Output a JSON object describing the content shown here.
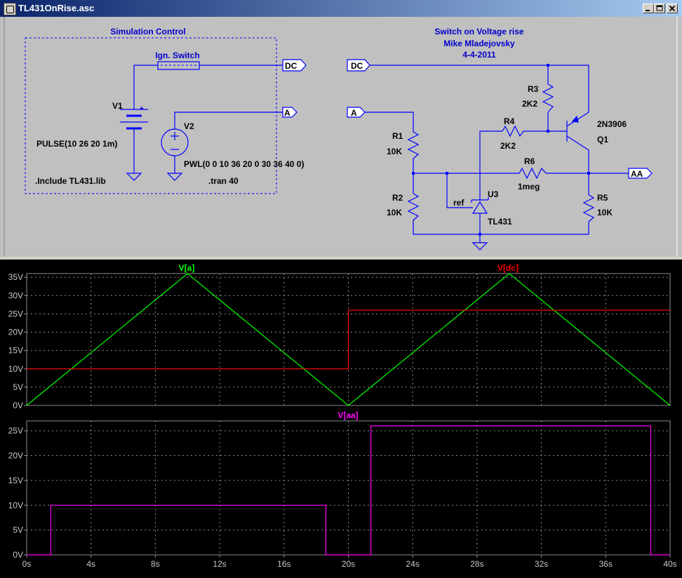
{
  "window": {
    "title": "TL431OnRise.asc",
    "minimize_label": "_",
    "maximize_label": "□",
    "close_label": "x"
  },
  "schematic": {
    "sim_box_title": "Simulation Control",
    "ign_switch": "Ign. Switch",
    "v1": "V1",
    "v1_plus": "+",
    "v1_source": "PULSE(10 26 20 1m)",
    "v2": "V2",
    "v2_source": "PWL(0 0 10 36 20 0 30 36 40 0)",
    "include": ".Include TL431.lib",
    "tran": ".tran 40",
    "port_dc": "DC",
    "port_a": "A",
    "port_aa": "AA",
    "header_title": "Switch on Voltage rise",
    "header_author": "Mike Mladejovsky",
    "header_date": "4-4-2011",
    "r1": "R1",
    "r1_val": "10K",
    "r2": "R2",
    "r2_val": "10K",
    "r3": "R3",
    "r3_val": "2K2",
    "r4": "R4",
    "r4_val": "2K2",
    "r5": "R5",
    "r5_val": "10K",
    "r6": "R6",
    "r6_val": "1meg",
    "q1": "Q1",
    "q1_part": "2N3906",
    "u3": "U3",
    "u3_part": "TL431",
    "ref": "ref"
  },
  "colors": {
    "wire": "#0000ff",
    "label": "#0000cc",
    "va": "#00ff00",
    "vdc": "#ff0000",
    "vaa": "#ff00ff",
    "grid": "#8c8c8c"
  },
  "chart_data": [
    {
      "type": "line",
      "series": [
        {
          "name": "V[a]",
          "x": [
            0,
            10,
            20,
            30,
            40
          ],
          "y": [
            0,
            36,
            0,
            36,
            0
          ]
        },
        {
          "name": "V[dc]",
          "x": [
            0,
            20,
            20,
            40
          ],
          "y": [
            10,
            10,
            26,
            26
          ]
        }
      ],
      "xlim": [
        0,
        40
      ],
      "ylim": [
        0,
        36
      ],
      "yticks": [
        "0V",
        "5V",
        "10V",
        "15V",
        "20V",
        "25V",
        "30V",
        "35V"
      ],
      "grid": true
    },
    {
      "type": "line",
      "series": [
        {
          "name": "V[aa]",
          "x": [
            0,
            1.5,
            1.5,
            18.6,
            18.6,
            21.4,
            21.4,
            38.8,
            38.8,
            40
          ],
          "y": [
            0,
            0,
            10,
            10,
            0,
            0,
            26,
            26,
            0,
            0
          ]
        }
      ],
      "xlim": [
        0,
        40
      ],
      "ylim": [
        0,
        27
      ],
      "xticks": [
        "0s",
        "4s",
        "8s",
        "12s",
        "16s",
        "20s",
        "24s",
        "28s",
        "32s",
        "36s",
        "40s"
      ],
      "yticks": [
        "0V",
        "5V",
        "10V",
        "15V",
        "20V",
        "25V"
      ],
      "grid": true
    }
  ]
}
